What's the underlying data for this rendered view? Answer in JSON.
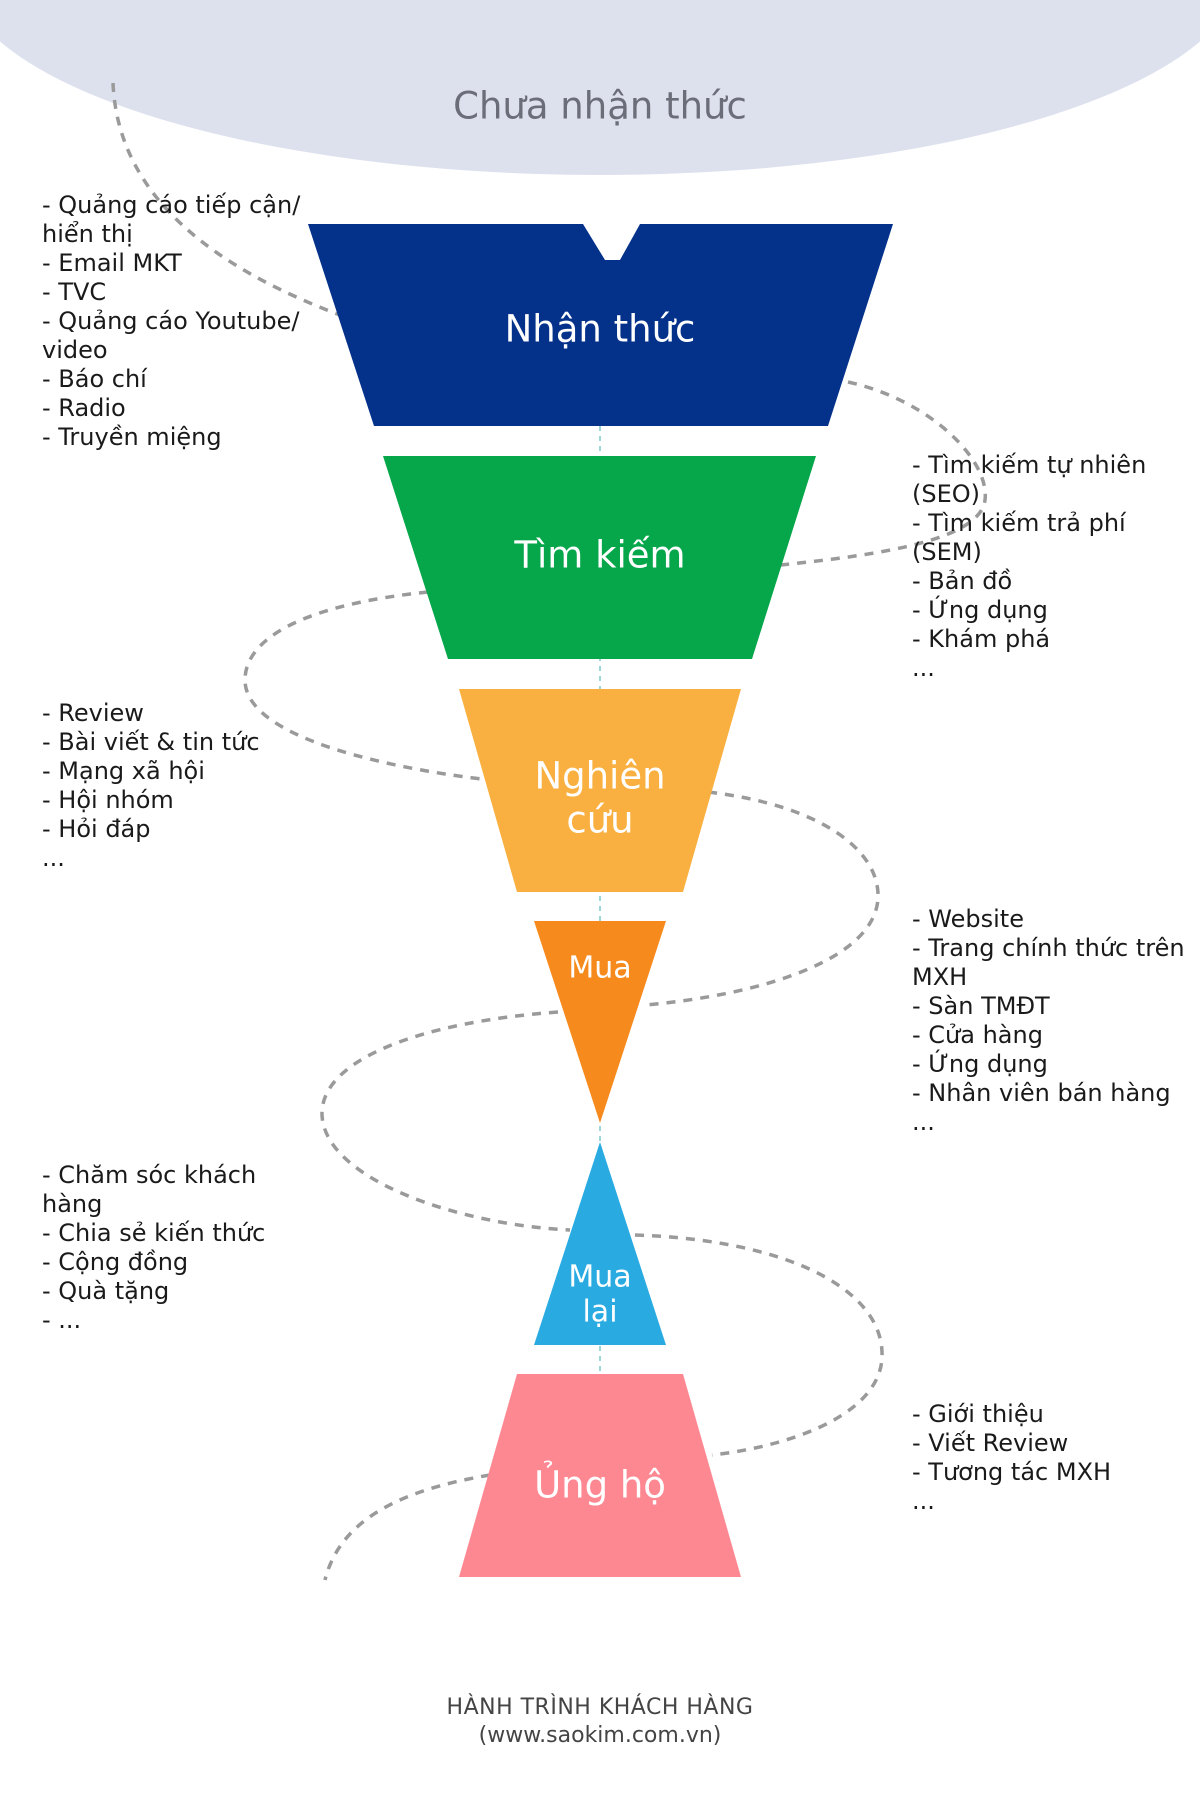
{
  "top_label": "Chưa nhận thức",
  "colors": {
    "top_ellipse": "#dde1ee",
    "connector": "#9a9a9a",
    "stem": "#7fc9c9"
  },
  "stages": [
    {
      "id": "awareness",
      "label": "Nhận thức",
      "color": "#04318a"
    },
    {
      "id": "search",
      "label": "Tìm kiếm",
      "color": "#06a64a"
    },
    {
      "id": "research",
      "label_lines": [
        "Nghiên",
        "cứu"
      ],
      "color": "#f9b040"
    },
    {
      "id": "buy",
      "label": "Mua",
      "color": "#f78a1d"
    },
    {
      "id": "rebuy",
      "label_lines": [
        "Mua",
        "lại"
      ],
      "color": "#29abe2"
    },
    {
      "id": "advocacy",
      "label": "Ủng hộ",
      "color": "#fd8892"
    }
  ],
  "notes": {
    "awareness": [
      "- Quảng cáo tiếp cận/",
      "hiển thị",
      "- Email MKT",
      "- TVC",
      "- Quảng cáo Youtube/",
      "video",
      "- Báo chí",
      "- Radio",
      "- Truyền miệng"
    ],
    "search": [
      "- Tìm kiếm tự nhiên",
      "(SEO)",
      "- Tìm kiếm trả phí",
      "(SEM)",
      "- Bản đồ",
      "- Ứng dụng",
      "- Khám phá",
      "..."
    ],
    "research": [
      "- Review",
      "- Bài viết & tin tức",
      "- Mạng xã hội",
      "- Hội nhóm",
      "- Hỏi đáp",
      "..."
    ],
    "buy": [
      "- Website",
      "- Trang chính thức trên",
      "MXH",
      "- Sàn TMĐT",
      "- Cửa hàng",
      "- Ứng dụng",
      "- Nhân viên bán hàng",
      "..."
    ],
    "rebuy": [
      "- Chăm sóc khách",
      "hàng",
      "- Chia sẻ kiến thức",
      "- Cộng đồng",
      "- Quà tặng",
      "- ..."
    ],
    "advocacy": [
      "- Giới thiệu",
      "- Viết Review",
      "- Tương tác MXH",
      "..."
    ]
  },
  "footer": {
    "title": "HÀNH TRÌNH KHÁCH HÀNG",
    "url": "(www.saokim.com.vn)"
  }
}
